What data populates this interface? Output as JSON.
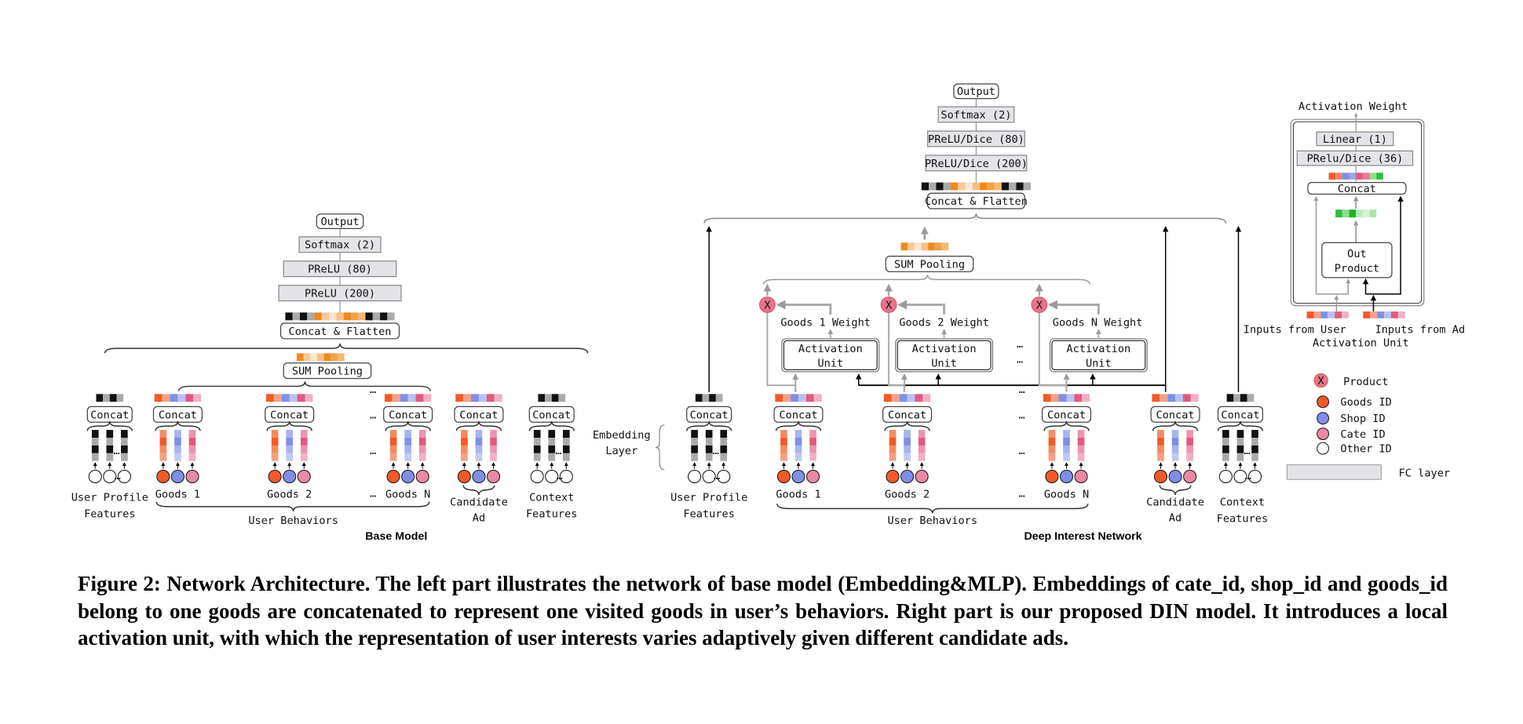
{
  "colors": {
    "goods_id": "#f05a28",
    "shop_id": "#7f8fe6",
    "cate_id": "#e05a80",
    "other_id": "#ffffff",
    "product": "#e8738a",
    "fc_layer": "#e3e3e8",
    "pooled": "#ee8a1e",
    "outer_product": "#2fbf3a"
  },
  "base_model": {
    "title": "Base Model",
    "output": "Output",
    "softmax": "Softmax (2)",
    "fc1": "PReLU (80)",
    "fc2": "PReLU (200)",
    "concat_flatten": "Concat & Flatten",
    "sum_pooling": "SUM Pooling",
    "concat": "Concat",
    "ellipsis": "…",
    "user_profile": [
      "User Profile",
      "Features"
    ],
    "goods": [
      "Goods 1",
      "Goods 2",
      "Goods N"
    ],
    "candidate": [
      "Candidate",
      "Ad"
    ],
    "context": [
      "Context",
      "Features"
    ],
    "user_behaviors": "User Behaviors"
  },
  "din": {
    "title": "Deep Interest Network",
    "output": "Output",
    "softmax": "Softmax (2)",
    "fc1": "PReLU/Dice (80)",
    "fc2": "PReLU/Dice (200)",
    "concat_flatten": "Concat & Flatten",
    "sum_pooling": "SUM Pooling",
    "concat": "Concat",
    "ellipsis": "…",
    "embedding_layer": [
      "Embedding",
      "Layer"
    ],
    "activation_unit": [
      "Activation",
      "Unit"
    ],
    "weights": [
      "Goods 1 Weight",
      "Goods 2 Weight",
      "Goods N Weight"
    ],
    "product_symbol": "X",
    "user_profile": [
      "User Profile",
      "Features"
    ],
    "goods": [
      "Goods 1",
      "Goods 2",
      "Goods N"
    ],
    "candidate": [
      "Candidate",
      "Ad"
    ],
    "context": [
      "Context",
      "Features"
    ],
    "user_behaviors": "User Behaviors"
  },
  "activation_panel": {
    "title": "Activation Weight",
    "linear": "Linear (1)",
    "fc": "PRelu/Dice (36)",
    "concat": "Concat",
    "out_product": [
      "Out",
      "Product"
    ],
    "inputs_user": "Inputs from User",
    "inputs_ad": "Inputs from Ad",
    "caption": "Activation Unit"
  },
  "legend": {
    "product_symbol": "X",
    "items": [
      {
        "label": "Product",
        "icon": "product-circle"
      },
      {
        "label": "Goods ID",
        "icon": "orange-circle"
      },
      {
        "label": "Shop ID",
        "icon": "blue-circle"
      },
      {
        "label": "Cate ID",
        "icon": "pink-circle"
      },
      {
        "label": "Other ID",
        "icon": "white-circle"
      },
      {
        "label": "FC layer",
        "icon": "gray-rectangle"
      }
    ]
  },
  "caption": "Figure 2: Network Architecture. The left part illustrates the network of base model (Embedding&MLP). Embeddings of cate_id, shop_id and goods_id belong to one goods are concatenated to represent one visited goods in user’s behaviors. Right part is our proposed DIN model. It introduces a local activation unit, with which the representation of user interests varies adaptively given different candidate ads."
}
